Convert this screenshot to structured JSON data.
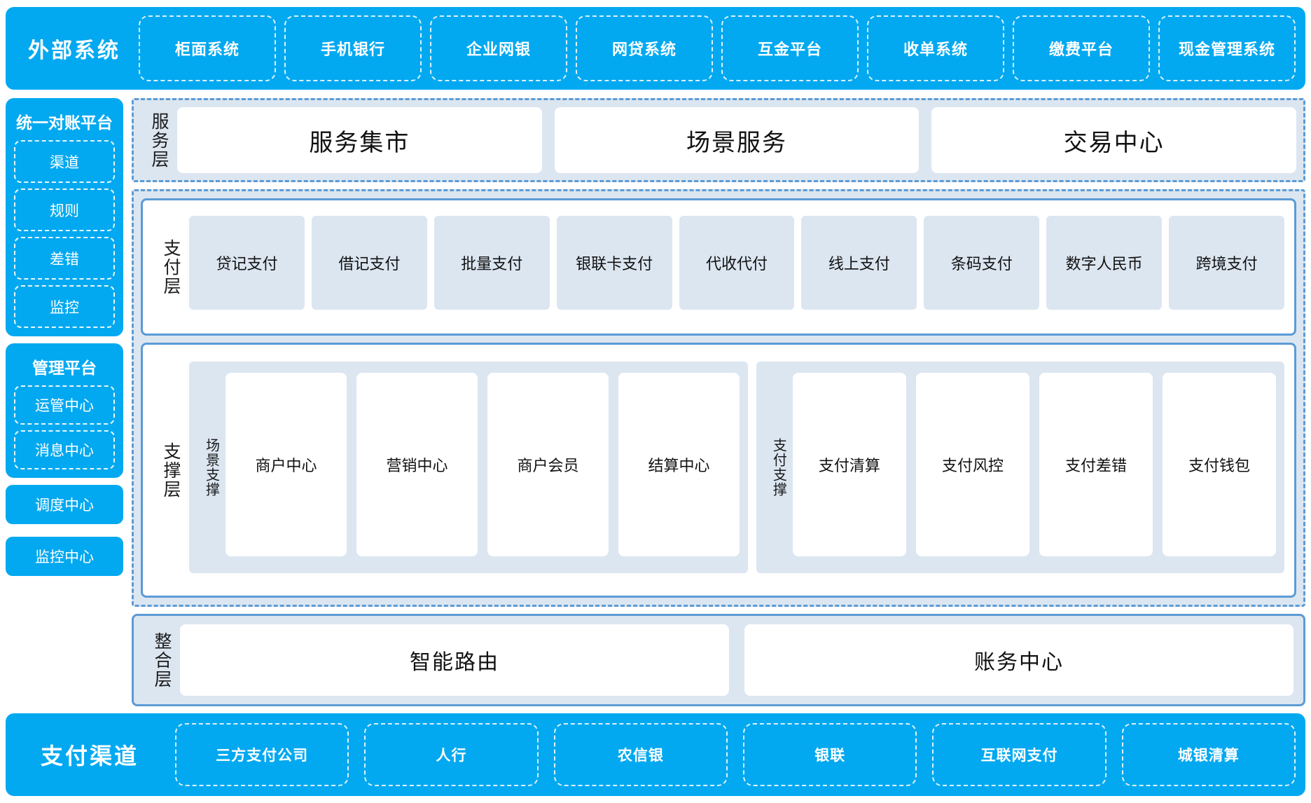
{
  "theme": {
    "brand_blue": "#03A9F0",
    "panel_blue": "#DCE6F1",
    "border_blue": "#5B9BD5",
    "card_white": "#FFFFFF"
  },
  "top_bar": {
    "title": "外部系统",
    "items": [
      {
        "label": "柜面系统"
      },
      {
        "label": "手机银行"
      },
      {
        "label": "企业网银"
      },
      {
        "label": "网贷系统"
      },
      {
        "label": "互金平台"
      },
      {
        "label": "收单系统"
      },
      {
        "label": "缴费平台"
      },
      {
        "label": "现金管理系统"
      }
    ]
  },
  "sidebar": {
    "groups": [
      {
        "title": "统一对账平台",
        "items": [
          {
            "label": "渠道"
          },
          {
            "label": "规则"
          },
          {
            "label": "差错"
          },
          {
            "label": "监控"
          }
        ]
      },
      {
        "title": "管理平台",
        "items": [
          {
            "label": "运管中心"
          },
          {
            "label": "消息中心"
          }
        ]
      }
    ],
    "standalone": [
      {
        "label": "调度中心"
      },
      {
        "label": "监控中心"
      }
    ]
  },
  "service_layer": {
    "label": "服务层",
    "cards": [
      {
        "label": "服务集市"
      },
      {
        "label": "场景服务"
      },
      {
        "label": "交易中心"
      }
    ]
  },
  "payment_layer": {
    "label": "支付层",
    "cards": [
      {
        "label": "贷记支付"
      },
      {
        "label": "借记支付"
      },
      {
        "label": "批量支付"
      },
      {
        "label": "银联卡支付"
      },
      {
        "label": "代收代付"
      },
      {
        "label": "线上支付"
      },
      {
        "label": "条码支付"
      },
      {
        "label": "数字人民币"
      },
      {
        "label": "跨境支付"
      }
    ]
  },
  "support_layer": {
    "label": "支撑层",
    "groups": [
      {
        "label": "场景支撑",
        "cards": [
          {
            "label": "商户中心"
          },
          {
            "label": "营销中心"
          },
          {
            "label": "商户会员"
          },
          {
            "label": "结算中心"
          }
        ]
      },
      {
        "label": "支付支撑",
        "cards": [
          {
            "label": "支付清算"
          },
          {
            "label": "支付风控"
          },
          {
            "label": "支付差错"
          },
          {
            "label": "支付钱包"
          }
        ]
      }
    ]
  },
  "integration_layer": {
    "label": "整合层",
    "cards": [
      {
        "label": "智能路由"
      },
      {
        "label": "账务中心"
      }
    ]
  },
  "bottom_bar": {
    "title": "支付渠道",
    "items": [
      {
        "label": "三方支付公司"
      },
      {
        "label": "人行"
      },
      {
        "label": "农信银"
      },
      {
        "label": "银联"
      },
      {
        "label": "互联网支付"
      },
      {
        "label": "城银清算"
      }
    ]
  }
}
